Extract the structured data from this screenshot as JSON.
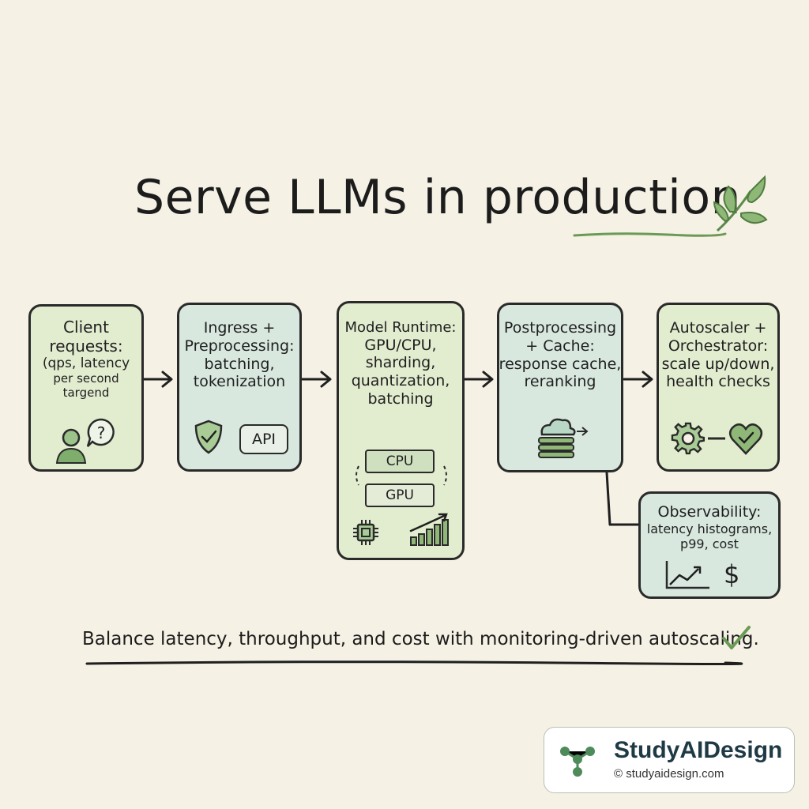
{
  "title": "Serve LLMs in production",
  "accent_color": "#6a9a55",
  "stages": {
    "client": {
      "lines": [
        "Client",
        "requests:",
        "(qps, latency",
        "per second",
        "targend"
      ],
      "icons": [
        "user-icon",
        "question-bubble-icon"
      ]
    },
    "ingress": {
      "lines": [
        "Ingress +",
        "Preprocessing:",
        "batching,",
        "tokenization"
      ],
      "icons": [
        "shield-check-icon"
      ],
      "badge": "API"
    },
    "runtime": {
      "lines": [
        "Model Runtime:",
        "GPU/CPU,",
        "sharding,",
        "quantization,",
        "batching"
      ],
      "chip_top": "CPU",
      "chip_bottom": "GPU",
      "icons": [
        "processor-icon",
        "growth-chart-icon"
      ]
    },
    "post": {
      "lines": [
        "Postprocessing",
        "+ Cache:",
        "response cache,",
        "reranking"
      ],
      "icons": [
        "cloud-cache-icon"
      ]
    },
    "autoscaler": {
      "lines": [
        "Autoscaler +",
        "Orchestrator:",
        "scale up/down,",
        "health checks"
      ],
      "icons": [
        "gear-icon",
        "heart-check-icon"
      ]
    },
    "observability": {
      "lines": [
        "Observability:",
        "latency histograms,",
        "p99, cost"
      ],
      "dollar": "$",
      "icons": [
        "line-chart-icon"
      ]
    }
  },
  "footer": "Balance latency, throughput, and cost with monitoring-driven autoscaling.",
  "brand": {
    "name": "StudyAIDesign",
    "url": "© studyaidesign.com"
  }
}
